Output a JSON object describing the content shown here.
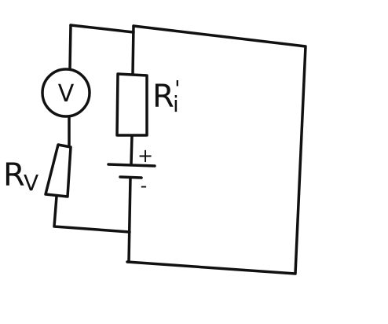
{
  "labels": {
    "voltmeter_symbol": "V",
    "rv_main": "R",
    "rv_sub": "V",
    "ri_main": "R",
    "ri_sub": "i",
    "ri_prime": "'",
    "battery_plus": "+",
    "battery_minus": "-"
  },
  "colors": {
    "ink": "#111111",
    "background": "#ffffff"
  }
}
